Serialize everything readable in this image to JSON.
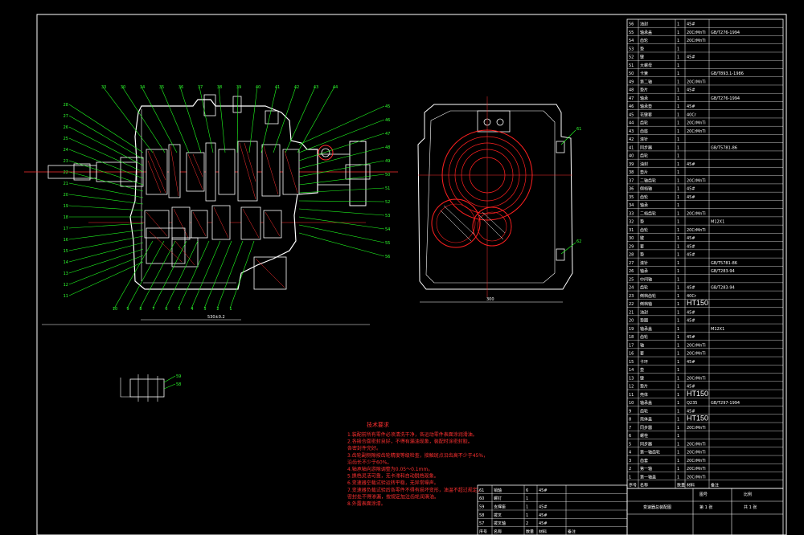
{
  "title_block": {
    "drawing_title": "变速器总装配图",
    "row1_left": "",
    "row1_mid": "图号",
    "row1_right": "比例",
    "row2_mid": "第 1 张",
    "row2_right": "共 1 张"
  },
  "bom_upper": [
    {
      "no": "56",
      "name": "油封",
      "qty": "1",
      "material": "45#",
      "std": ""
    },
    {
      "no": "55",
      "name": "轴承盖",
      "qty": "1",
      "material": "20CrMnTi",
      "std": "GB/T276-1994"
    },
    {
      "no": "54",
      "name": "齿轮",
      "qty": "1",
      "material": "20CrMnTi",
      "std": ""
    },
    {
      "no": "53",
      "name": "垫",
      "qty": "1",
      "material": "",
      "std": ""
    },
    {
      "no": "52",
      "name": "键",
      "qty": "1",
      "material": "45#",
      "std": ""
    },
    {
      "no": "51",
      "name": "大螺母",
      "qty": "1",
      "material": "",
      "std": ""
    },
    {
      "no": "50",
      "name": "卡簧",
      "qty": "1",
      "material": "",
      "std": "GB/T893.1-1986"
    },
    {
      "no": "49",
      "name": "第二轴",
      "qty": "1",
      "material": "20CrMnTi",
      "std": ""
    },
    {
      "no": "48",
      "name": "垫片",
      "qty": "1",
      "material": "45#",
      "std": ""
    },
    {
      "no": "47",
      "name": "轴承",
      "qty": "1",
      "material": "",
      "std": "GB/T276-1994"
    },
    {
      "no": "46",
      "name": "轴承垫",
      "qty": "1",
      "material": "45#",
      "std": ""
    },
    {
      "no": "45",
      "name": "花键套",
      "qty": "1",
      "material": "40Cr",
      "std": ""
    },
    {
      "no": "44",
      "name": "齿轮",
      "qty": "1",
      "material": "20CrMnTi",
      "std": ""
    },
    {
      "no": "43",
      "name": "齿座",
      "qty": "1",
      "material": "20CrMnTi",
      "std": ""
    },
    {
      "no": "42",
      "name": "滚针",
      "qty": "1",
      "material": "",
      "std": ""
    },
    {
      "no": "41",
      "name": "同步器",
      "qty": "1",
      "material": "",
      "std": "GB/T5781-86"
    },
    {
      "no": "40",
      "name": "齿轮",
      "qty": "1",
      "material": "",
      "std": ""
    },
    {
      "no": "39",
      "name": "油封",
      "qty": "1",
      "material": "45#",
      "std": ""
    },
    {
      "no": "38",
      "name": "垫片",
      "qty": "1",
      "material": "",
      "std": ""
    },
    {
      "no": "37",
      "name": "二轴齿轮",
      "qty": "1",
      "material": "20CrMnTi",
      "std": ""
    },
    {
      "no": "36",
      "name": "倒档轴",
      "qty": "1",
      "material": "45#",
      "std": ""
    },
    {
      "no": "35",
      "name": "齿轮",
      "qty": "1",
      "material": "45#",
      "std": ""
    },
    {
      "no": "34",
      "name": "轴承",
      "qty": "1",
      "material": "",
      "std": ""
    },
    {
      "no": "33",
      "name": "二档齿轮",
      "qty": "1",
      "material": "20CrMnTi",
      "std": ""
    },
    {
      "no": "32",
      "name": "垫",
      "qty": "1",
      "material": "",
      "std": "M12X1"
    },
    {
      "no": "31",
      "name": "齿轮",
      "qty": "1",
      "material": "20CrMnTi",
      "std": ""
    },
    {
      "no": "30",
      "name": "键",
      "qty": "1",
      "material": "45#",
      "std": ""
    },
    {
      "no": "29",
      "name": "套",
      "qty": "1",
      "material": "45#",
      "std": ""
    },
    {
      "no": "28",
      "name": "垫",
      "qty": "1",
      "material": "45#",
      "std": ""
    },
    {
      "no": "27",
      "name": "滚针",
      "qty": "1",
      "material": "",
      "std": "GB/T5781-86"
    },
    {
      "no": "26",
      "name": "轴承",
      "qty": "1",
      "material": "",
      "std": "GB/T283-94"
    },
    {
      "no": "25",
      "name": "中间轴",
      "qty": "1",
      "material": "",
      "std": ""
    },
    {
      "no": "24",
      "name": "齿轮",
      "qty": "1",
      "material": "45#",
      "std": "GB/T283-94"
    },
    {
      "no": "23",
      "name": "倒档齿轮",
      "qty": "1",
      "material": "40Cr",
      "std": ""
    },
    {
      "no": "22",
      "name": "倒档轴",
      "qty": "1",
      "material": "HT150",
      "std": ""
    },
    {
      "no": "21",
      "name": "油封",
      "qty": "1",
      "material": "45#",
      "std": ""
    },
    {
      "no": "20",
      "name": "垫圈",
      "qty": "1",
      "material": "45#",
      "std": ""
    },
    {
      "no": "19",
      "name": "轴承盖",
      "qty": "1",
      "material": "",
      "std": "M12X1"
    },
    {
      "no": "18",
      "name": "齿轮",
      "qty": "1",
      "material": "45#",
      "std": ""
    },
    {
      "no": "17",
      "name": "轴",
      "qty": "1",
      "material": "20CrMnTi",
      "std": ""
    },
    {
      "no": "16",
      "name": "套",
      "qty": "1",
      "material": "20CrMnTi",
      "std": ""
    },
    {
      "no": "15",
      "name": "卡环",
      "qty": "1",
      "material": "45#",
      "std": ""
    },
    {
      "no": "14",
      "name": "垫",
      "qty": "1",
      "material": "",
      "std": ""
    },
    {
      "no": "13",
      "name": "键",
      "qty": "1",
      "material": "20CrMnTi",
      "std": ""
    },
    {
      "no": "12",
      "name": "垫片",
      "qty": "1",
      "material": "45#",
      "std": ""
    }
  ],
  "bom_lower": [
    {
      "no": "11",
      "name": "壳体",
      "qty": "1",
      "material": "HT150",
      "std": ""
    },
    {
      "no": "10",
      "name": "轴承盖",
      "qty": "1",
      "material": "Q235",
      "std": "GB/T297-1994"
    },
    {
      "no": "9",
      "name": "齿轮",
      "qty": "1",
      "material": "45#",
      "std": ""
    },
    {
      "no": "8",
      "name": "壳体盖",
      "qty": "1",
      "material": "HT150",
      "std": ""
    },
    {
      "no": "7",
      "name": "同步器",
      "qty": "1",
      "material": "20CrMnTi",
      "std": ""
    },
    {
      "no": "6",
      "name": "螺栓",
      "qty": "1",
      "material": "",
      "std": ""
    },
    {
      "no": "5",
      "name": "同步器",
      "qty": "1",
      "material": "20CrMnTi",
      "std": ""
    },
    {
      "no": "4",
      "name": "第一轴齿轮",
      "qty": "1",
      "material": "20CrMnTi",
      "std": ""
    },
    {
      "no": "3",
      "name": "齿套",
      "qty": "1",
      "material": "20CrMnTi",
      "std": ""
    },
    {
      "no": "2",
      "name": "第一轴",
      "qty": "1",
      "material": "20CrMnTi",
      "std": ""
    },
    {
      "no": "1",
      "name": "第一轴盖",
      "qty": "1",
      "material": "20CrMnTi",
      "std": ""
    }
  ],
  "bom_header": {
    "no": "序号",
    "name": "名称",
    "qty": "数量",
    "material": "材料",
    "std": "备注"
  },
  "bom_small": [
    {
      "no": "61",
      "name": "销轴",
      "qty": "6",
      "material": "45#"
    },
    {
      "no": "60",
      "name": "螺钉",
      "qty": "1",
      "material": ""
    },
    {
      "no": "59",
      "name": "支撑座",
      "qty": "1",
      "material": "45#"
    },
    {
      "no": "58",
      "name": "拨叉",
      "qty": "1",
      "material": "45#"
    },
    {
      "no": "57",
      "name": "拨叉轴",
      "qty": "2",
      "material": "45#"
    }
  ],
  "bom_small_header": {
    "no": "序号",
    "name": "名称",
    "qty": "数量",
    "material": "材料",
    "std": "备注"
  },
  "notes": {
    "title": "技术要求",
    "lines": [
      "1.装配前所有零件必须清洗干净，各运动零件表面涂润滑油。",
      "2.各接合面密封良好，不得有漏油现象，装配时涂密封胶。",
      "  各密封件完好。",
      "3.齿轮副侧隙按齿轮精度等级检查，接触斑点沿齿高不少于45%，",
      "  沿齿长不少于60%。",
      "4.轴承轴向游隙调整为0.05～0.1mm。",
      "5.换档灵活可靠，无卡滞和自动脱档现象。",
      "6.变速器空载试验运转平稳，无异常噪声。",
      "7.变速器负载试验后各零件不得有损坏变形，油温不超过规定，",
      "  密封处不得渗漏，按规定加注齿轮润滑油。",
      "8.外露表面涂漆。"
    ]
  },
  "dims": {
    "main_length": "530±0.2",
    "side_width": "300"
  },
  "callouts_top": [
    "33",
    "30",
    "34",
    "35",
    "36",
    "37",
    "38",
    "39",
    "40",
    "41",
    "42",
    "43",
    "44"
  ],
  "callouts_left": [
    "28",
    "27",
    "26",
    "25",
    "24",
    "23",
    "22",
    "21",
    "20",
    "19",
    "18",
    "17",
    "16",
    "15",
    "14",
    "13",
    "12",
    "11"
  ],
  "callouts_right": [
    "45",
    "46",
    "47",
    "48",
    "49",
    "50",
    "51",
    "52",
    "53",
    "54",
    "55",
    "56"
  ],
  "callouts_bottom": [
    "10",
    "9",
    "8",
    "7",
    "6",
    "5",
    "4",
    "3",
    "2",
    "1"
  ],
  "callouts_side": [
    "61",
    "62"
  ],
  "callouts_detail": [
    "59",
    "58"
  ],
  "colors": {
    "background": "#000000",
    "frame": "#ffffff",
    "housing": "#ffffff",
    "gears": "#ff2020",
    "callout": "#20ff20",
    "shaft": "#ff3030",
    "notes": "#ff3030"
  }
}
